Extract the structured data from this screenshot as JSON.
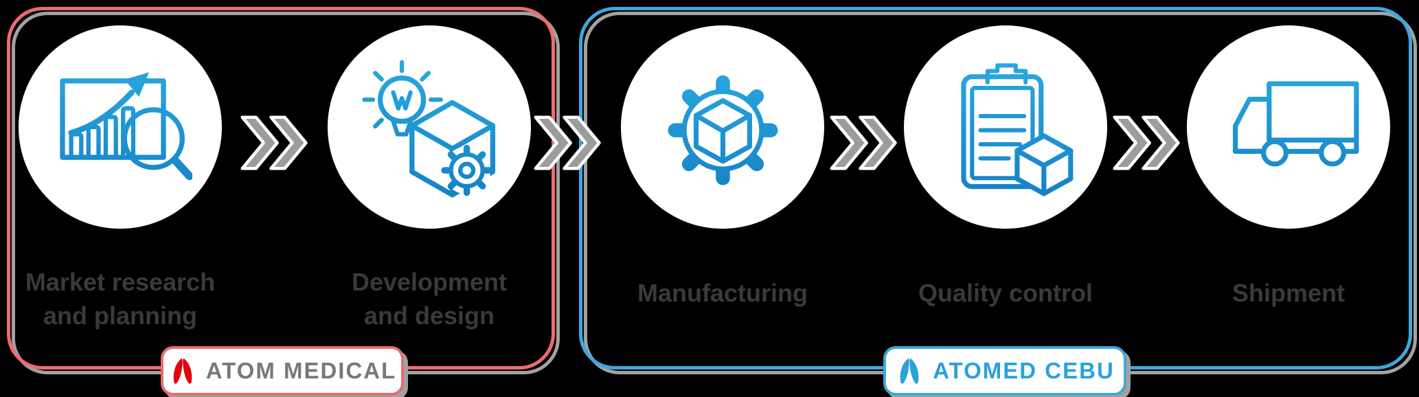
{
  "diagram": {
    "description": "Production process flow infographic",
    "background": "#000000",
    "label_color": "#3a3a3c",
    "icon_colors": {
      "gradient_start": "#2baae1",
      "gradient_end": "#1581c5"
    },
    "arrow": {
      "symbol": "double-chevron-right",
      "color": "#9c9c9c",
      "outline": "#ffffff"
    },
    "groups": [
      {
        "id": "atom-medical",
        "border_color": "#ee6b6e",
        "badge": {
          "label": "ATOM MEDICAL",
          "text_color": "#77787b",
          "logo_color": "#e2000f"
        },
        "steps": [
          {
            "icon": "market-research-chart-magnifier",
            "line1": "Market research",
            "line2": "and planning"
          },
          {
            "icon": "idea-bulb-cube-gear",
            "line1": "Development",
            "line2": "and design"
          }
        ]
      },
      {
        "id": "atomed-cebu",
        "border_color": "#3ea7de",
        "badge": {
          "label": "ATOMED CEBU",
          "text_color": "#29a1dd",
          "logo_color": "#29a1dd"
        },
        "steps": [
          {
            "icon": "gear-with-cube",
            "line1": "Manufacturing",
            "line2": ""
          },
          {
            "icon": "clipboard-checklist-cube",
            "line1": "Quality control",
            "line2": ""
          },
          {
            "icon": "delivery-truck",
            "line1": "Shipment",
            "line2": ""
          }
        ]
      }
    ]
  }
}
